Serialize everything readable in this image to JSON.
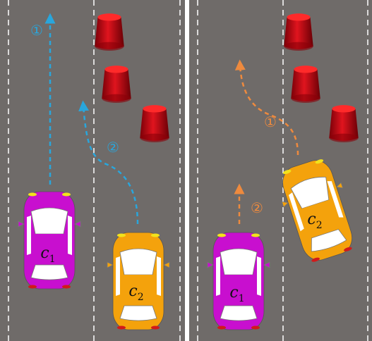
{
  "colors": {
    "road": "#6f6b69",
    "lane_line": "#ffffff",
    "cone": "#d0121a",
    "car_c1": "#c80fcf",
    "car_c2": "#f4a20c",
    "path_left": "#29a6dc",
    "path_right": "#ee8a3e"
  },
  "panels": [
    {
      "paths": [
        {
          "marker": "①",
          "icon": "dashed-arrow-straight"
        },
        {
          "marker": "②",
          "icon": "dashed-arrow-curve"
        }
      ],
      "cars": [
        {
          "label_base": "c",
          "label_sub": "1"
        },
        {
          "label_base": "c",
          "label_sub": "2"
        }
      ]
    },
    {
      "paths": [
        {
          "marker": "①",
          "icon": "dashed-arrow-curve"
        },
        {
          "marker": "②",
          "icon": "dashed-arrow-short"
        }
      ],
      "cars": [
        {
          "label_base": "c",
          "label_sub": "1"
        },
        {
          "label_base": "c",
          "label_sub": "2"
        }
      ]
    }
  ]
}
